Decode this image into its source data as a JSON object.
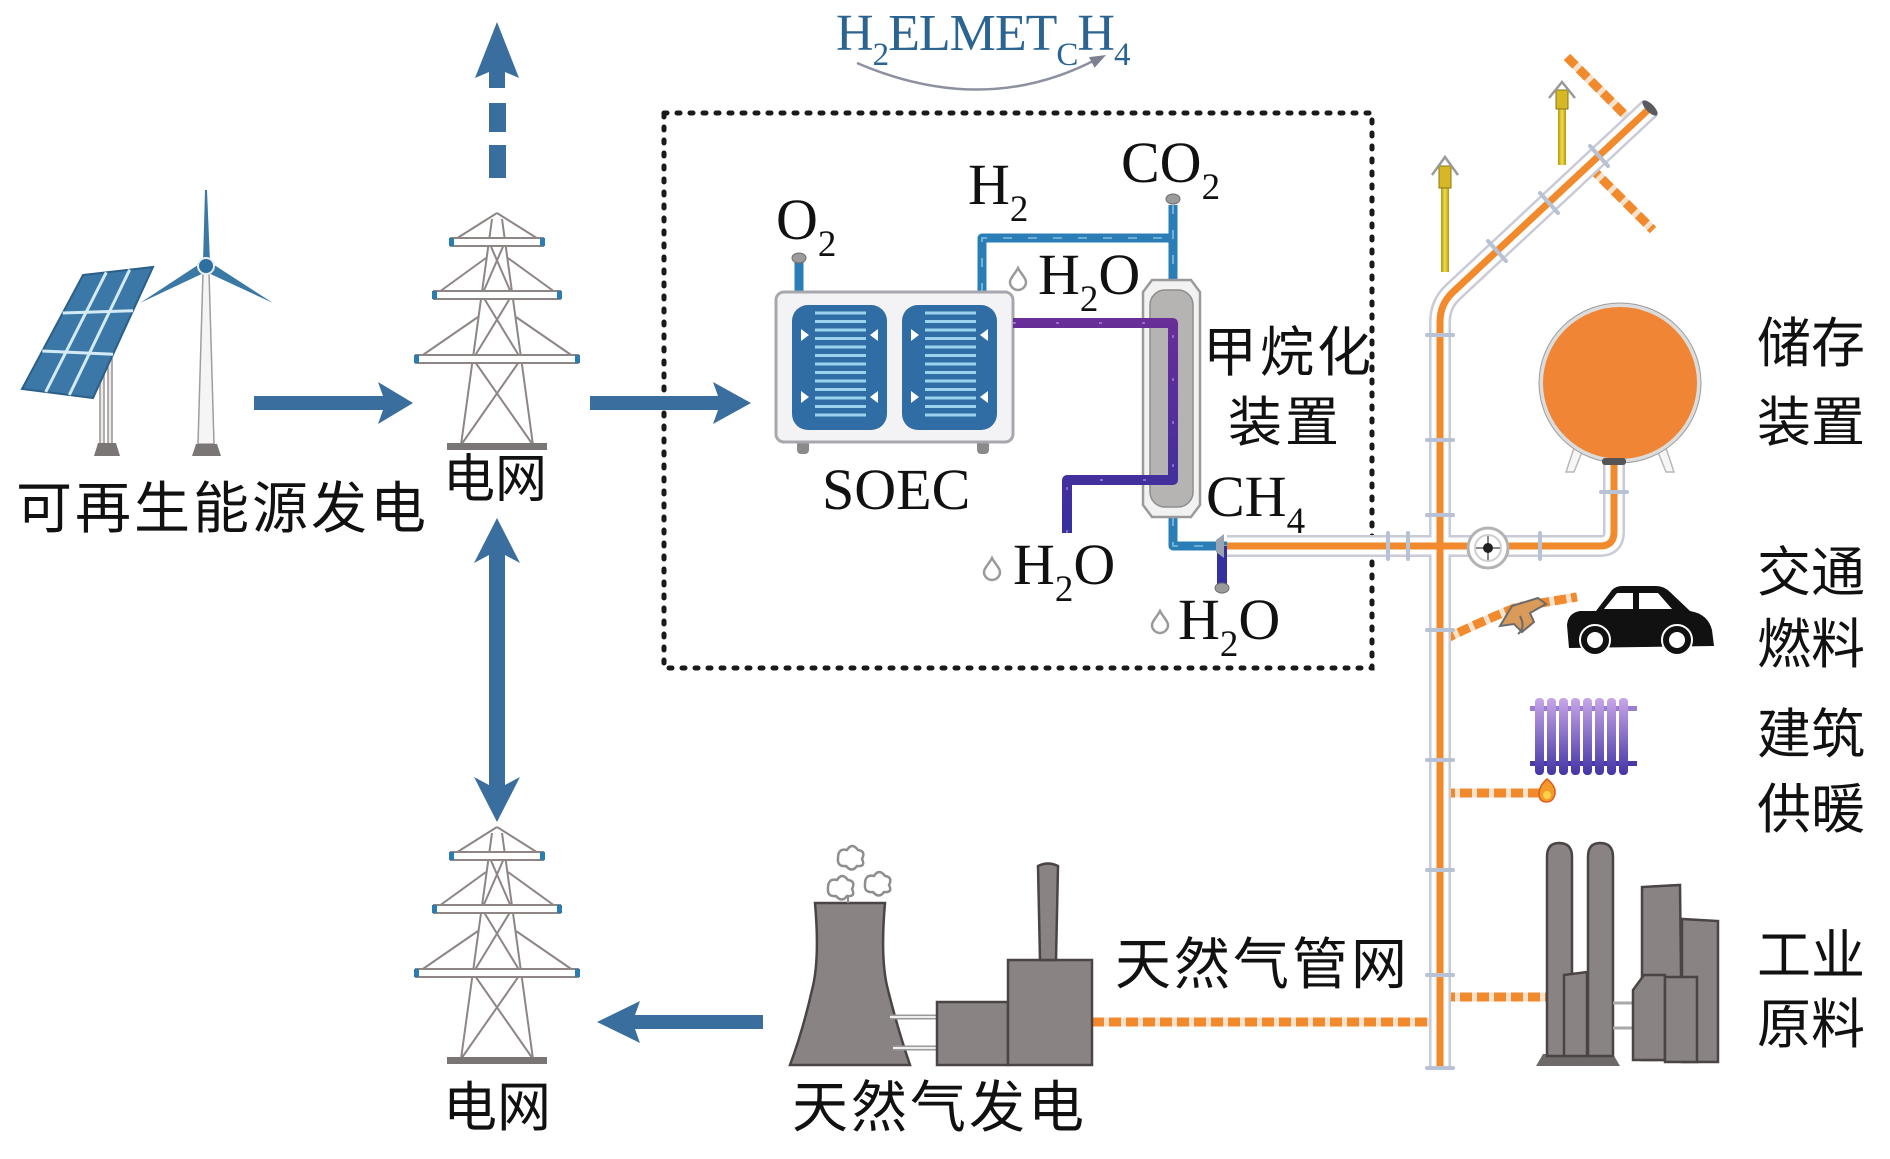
{
  "diagram": {
    "title": {
      "part1": "H",
      "sub1": "2",
      "part2": "ELMET",
      "sub2": "C",
      "part3": "H",
      "sub3": "4"
    },
    "labels": {
      "renewable_generation": "可再生能源发电",
      "power_grid_top": "电网",
      "power_grid_bottom": "电网",
      "soec": "SOEC",
      "methanation_line1": "甲烷化",
      "methanation_line2": "装置",
      "gas_network": "天然气管网",
      "gas_power_generation": "天然气发电",
      "storage": [
        "储存",
        "装置"
      ],
      "transport_fuel": [
        "交通",
        "燃料"
      ],
      "building_heating": [
        "建筑",
        "供暖"
      ],
      "industrial_feedstock": [
        "工业",
        "原料"
      ]
    },
    "species": {
      "o2": {
        "main": "O",
        "sub": "2"
      },
      "h2": {
        "main": "H",
        "sub": "2"
      },
      "co2": {
        "main": "CO",
        "sub": "2"
      },
      "h2o_upper": {
        "main": "H",
        "sub": "2",
        "tail": "O"
      },
      "ch4": {
        "main": "CH",
        "sub": "4"
      },
      "h2o_lower_left": {
        "main": "H",
        "sub": "2",
        "tail": "O"
      },
      "h2o_lower_right": {
        "main": "H",
        "sub": "2",
        "tail": "O"
      }
    },
    "icons": [
      "solar-panel",
      "wind-turbine",
      "transmission-tower",
      "transmission-tower",
      "soec-stack",
      "methanation-reactor",
      "storage-tank",
      "valve",
      "fuel-nozzle",
      "car",
      "radiator",
      "flame",
      "industrial-plant",
      "gas-power-plant",
      "water-droplet",
      "steam-puff"
    ]
  },
  "colors": {
    "energy_arrow": "#3a6e9e",
    "title_text": "#2b6391",
    "title_arc": "#8d90a0",
    "hydrogen_pipe": "#2a7db5",
    "gas_pipe": "#f08a2c",
    "storage_tank": "#ef8535",
    "plant_gray": "#8a8383",
    "soec_stack": "#2f6da4",
    "car": "#111111",
    "dashed_boundary": "#1a1a1a"
  }
}
